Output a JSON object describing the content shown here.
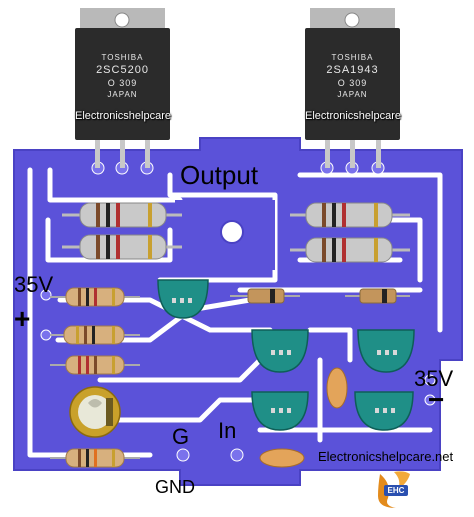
{
  "labels": {
    "output": "Output",
    "pos_voltage": "35V",
    "pos_sign": "+",
    "neg_voltage": "35V",
    "neg_sign": "−",
    "ground_short": "G",
    "input": "In",
    "ground": "GND"
  },
  "transistor_left": {
    "brand": "TOSHIBA",
    "part": "2SC5200",
    "code": "O   309",
    "origin": "JAPAN"
  },
  "transistor_right": {
    "brand": "TOSHIBA",
    "part": "2SA1943",
    "code": "O   309",
    "origin": "JAPAN"
  },
  "watermarks": {
    "left_tag": "Electronicshelpcare",
    "right_tag": "Electronicshelpcare",
    "site": "Electronicshelpcare.net",
    "logo": "EHC"
  },
  "colors": {
    "pcb": "#5b52d9",
    "pcb_edge": "#4a42c4",
    "pad": "#7a72ec",
    "transistor_body": "#2b2b2b",
    "heatsink_tab": "#b9b9b9",
    "resistor_big": "#c9c9c9",
    "resistor_small": "#d7b07e",
    "small_transistor": "#1f8f87",
    "diode": "#c3955c",
    "capacitor_body": "#c9a12a",
    "ceramic_cap": "#e3a45a"
  }
}
